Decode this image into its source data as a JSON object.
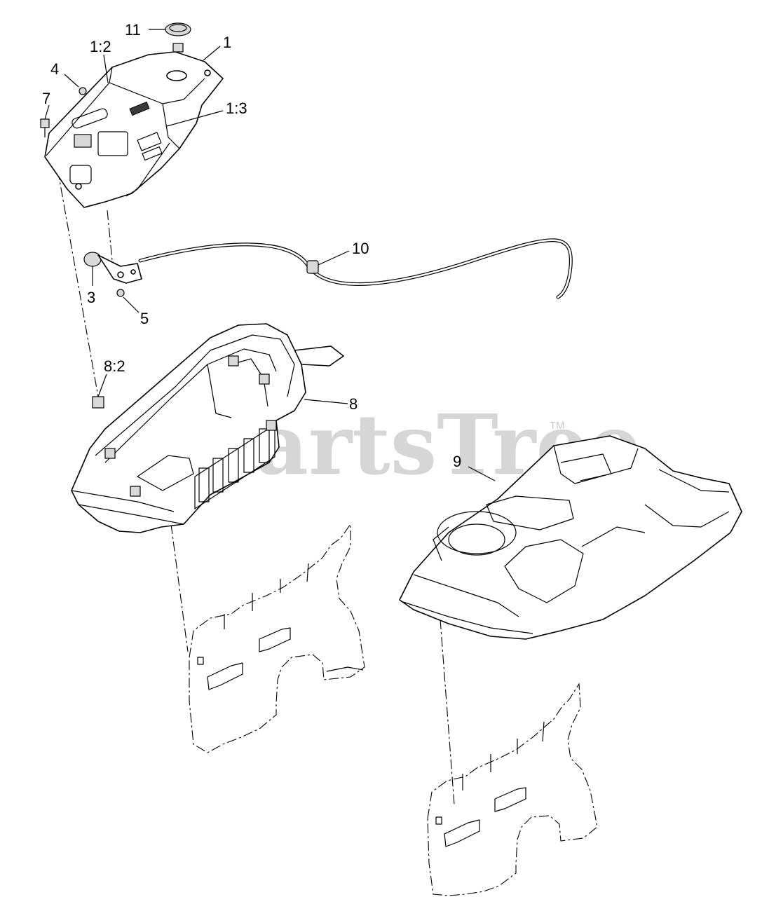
{
  "diagram": {
    "callouts": [
      {
        "id": "c11",
        "label": "11"
      },
      {
        "id": "c1",
        "label": "1"
      },
      {
        "id": "c1_2",
        "label": "1:2"
      },
      {
        "id": "c4",
        "label": "4"
      },
      {
        "id": "c7",
        "label": "7"
      },
      {
        "id": "c1_3",
        "label": "1:3"
      },
      {
        "id": "c10",
        "label": "10"
      },
      {
        "id": "c3",
        "label": "3"
      },
      {
        "id": "c5",
        "label": "5"
      },
      {
        "id": "c8_2",
        "label": "8:2"
      },
      {
        "id": "c8",
        "label": "8"
      },
      {
        "id": "c9",
        "label": "9"
      }
    ],
    "watermark": {
      "text": "PartsTree",
      "trademark": "TM"
    }
  }
}
